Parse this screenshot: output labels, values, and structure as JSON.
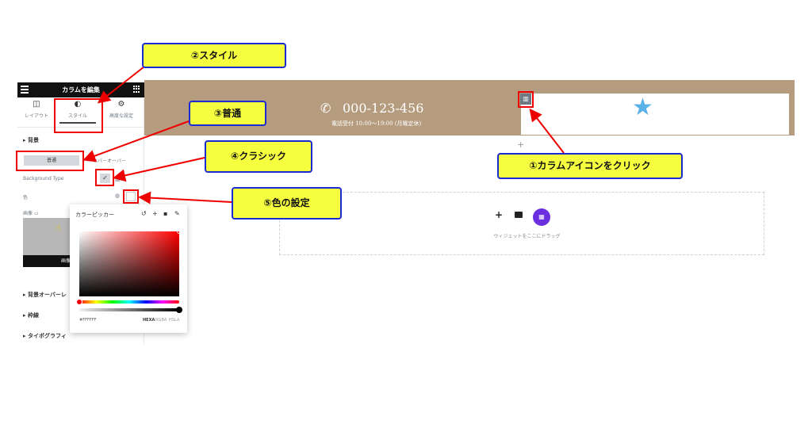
{
  "panel": {
    "title": "カラムを編集",
    "tabs": [
      {
        "label": "レイアウト",
        "icon": "layout-icon"
      },
      {
        "label": "スタイル",
        "icon": "contrast-icon"
      },
      {
        "label": "高度な設定",
        "icon": "gear-icon"
      }
    ],
    "background_section": "背景",
    "btn_normal": "普通",
    "btn_hover": "ホバーオーバー",
    "background_type_label": "Background Type",
    "color_label": "色",
    "image_label": "画像",
    "image_bar_label": "画像",
    "sections": [
      "背景オーバーレ",
      "枠線",
      "タイポグラフィ"
    ]
  },
  "color_picker": {
    "title": "カラーピッカー",
    "hex_value": "#FFFFFF",
    "modes": [
      "HEXA",
      "RGBA",
      "HSLA"
    ]
  },
  "canvas": {
    "phone": "000-123-456",
    "hours": "電話受付 10:00〜19:00 (月曜定休)",
    "drop_text": "ウィジェットをここにドラッグ"
  },
  "callouts": {
    "c1": "①カラムアイコンをクリック",
    "c2": "②スタイル",
    "c3": "③普通",
    "c4": "④クラシック",
    "c5": "⑤色の設定"
  },
  "colors": {
    "header_bg": "#b69c7f",
    "callout_bg": "#f6ff3f",
    "callout_border": "#1a2bd1",
    "highlight": "#ee0000",
    "star": "#5bb2e6",
    "add_circle": "#6b2fe0"
  }
}
